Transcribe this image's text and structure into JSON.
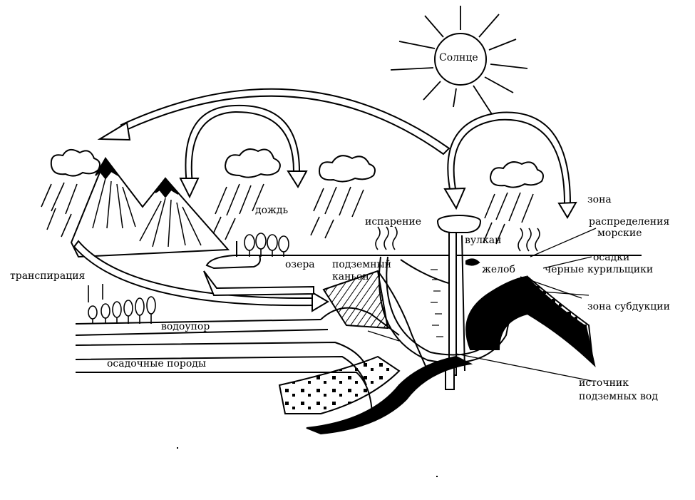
{
  "labels": {
    "sun": "Солнце",
    "rain": "дождь",
    "evaporation": "испарение",
    "volcano": "вулкан",
    "zone1": "зона",
    "zone2": "распределения",
    "marine1": "морские",
    "marine2": "осадки",
    "black": "черные",
    "smokers": "курильщики",
    "trench": "желоб",
    "lakes": "озера",
    "canyon1": "подземный",
    "canyon2": "каньон",
    "transpiration": "транспирация",
    "aquitard": "водоупор",
    "sedimentary": "осадочные породы",
    "subduction": "зона субдукции",
    "source1": "источник",
    "source2": "подземных вод"
  },
  "colors": {
    "ink": "#000000",
    "paper": "#ffffff"
  }
}
